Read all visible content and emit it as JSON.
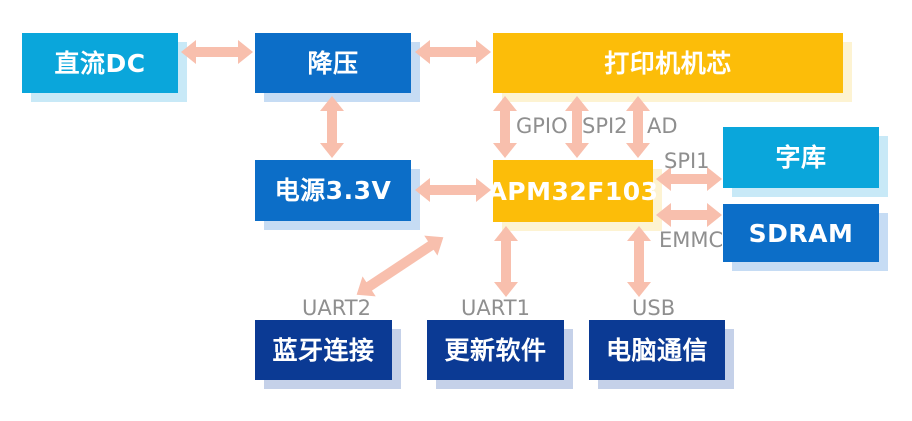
{
  "diagram": {
    "nodes": {
      "dc": "直流DC",
      "buck": "降压",
      "printer": "打印机机芯",
      "power": "电源3.3V",
      "mcu": "APM32F103",
      "font_rom": "字库",
      "sdram": "SDRAM",
      "bluetooth": "蓝牙连接",
      "update": "更新软件",
      "pc": "电脑通信"
    },
    "edges": [
      {
        "from": "dc",
        "to": "buck",
        "label": "",
        "bidirectional": true
      },
      {
        "from": "buck",
        "to": "printer",
        "label": "",
        "bidirectional": true
      },
      {
        "from": "buck",
        "to": "power",
        "label": "",
        "bidirectional": true
      },
      {
        "from": "power",
        "to": "mcu",
        "label": "",
        "bidirectional": true
      },
      {
        "from": "mcu",
        "to": "printer",
        "label": "GPIO",
        "bidirectional": true
      },
      {
        "from": "mcu",
        "to": "printer",
        "label": "SPI2",
        "bidirectional": true
      },
      {
        "from": "mcu",
        "to": "printer",
        "label": "AD",
        "bidirectional": true
      },
      {
        "from": "mcu",
        "to": "font_rom",
        "label": "SPI1",
        "bidirectional": true
      },
      {
        "from": "mcu",
        "to": "sdram",
        "label": "EMMC",
        "bidirectional": true
      },
      {
        "from": "mcu",
        "to": "bluetooth",
        "label": "UART2",
        "bidirectional": true
      },
      {
        "from": "mcu",
        "to": "update",
        "label": "UART1",
        "bidirectional": true
      },
      {
        "from": "mcu",
        "to": "pc",
        "label": "USB",
        "bidirectional": true
      }
    ],
    "colors": {
      "cyan_box": "#0AA6DB",
      "blue_box": "#0C6EC8",
      "amber_box": "#FCBD09",
      "navy_box": "#0B3A94",
      "arrow": "#F8BFAD",
      "bus_label_text": "#8F8F8F",
      "box_text": "#FFFFFF",
      "shadow_cyan": "#C8E9F7",
      "shadow_blue": "#C6DCF4",
      "shadow_amber": "#FDF3D2",
      "shadow_navy": "#C5D1E9"
    }
  }
}
